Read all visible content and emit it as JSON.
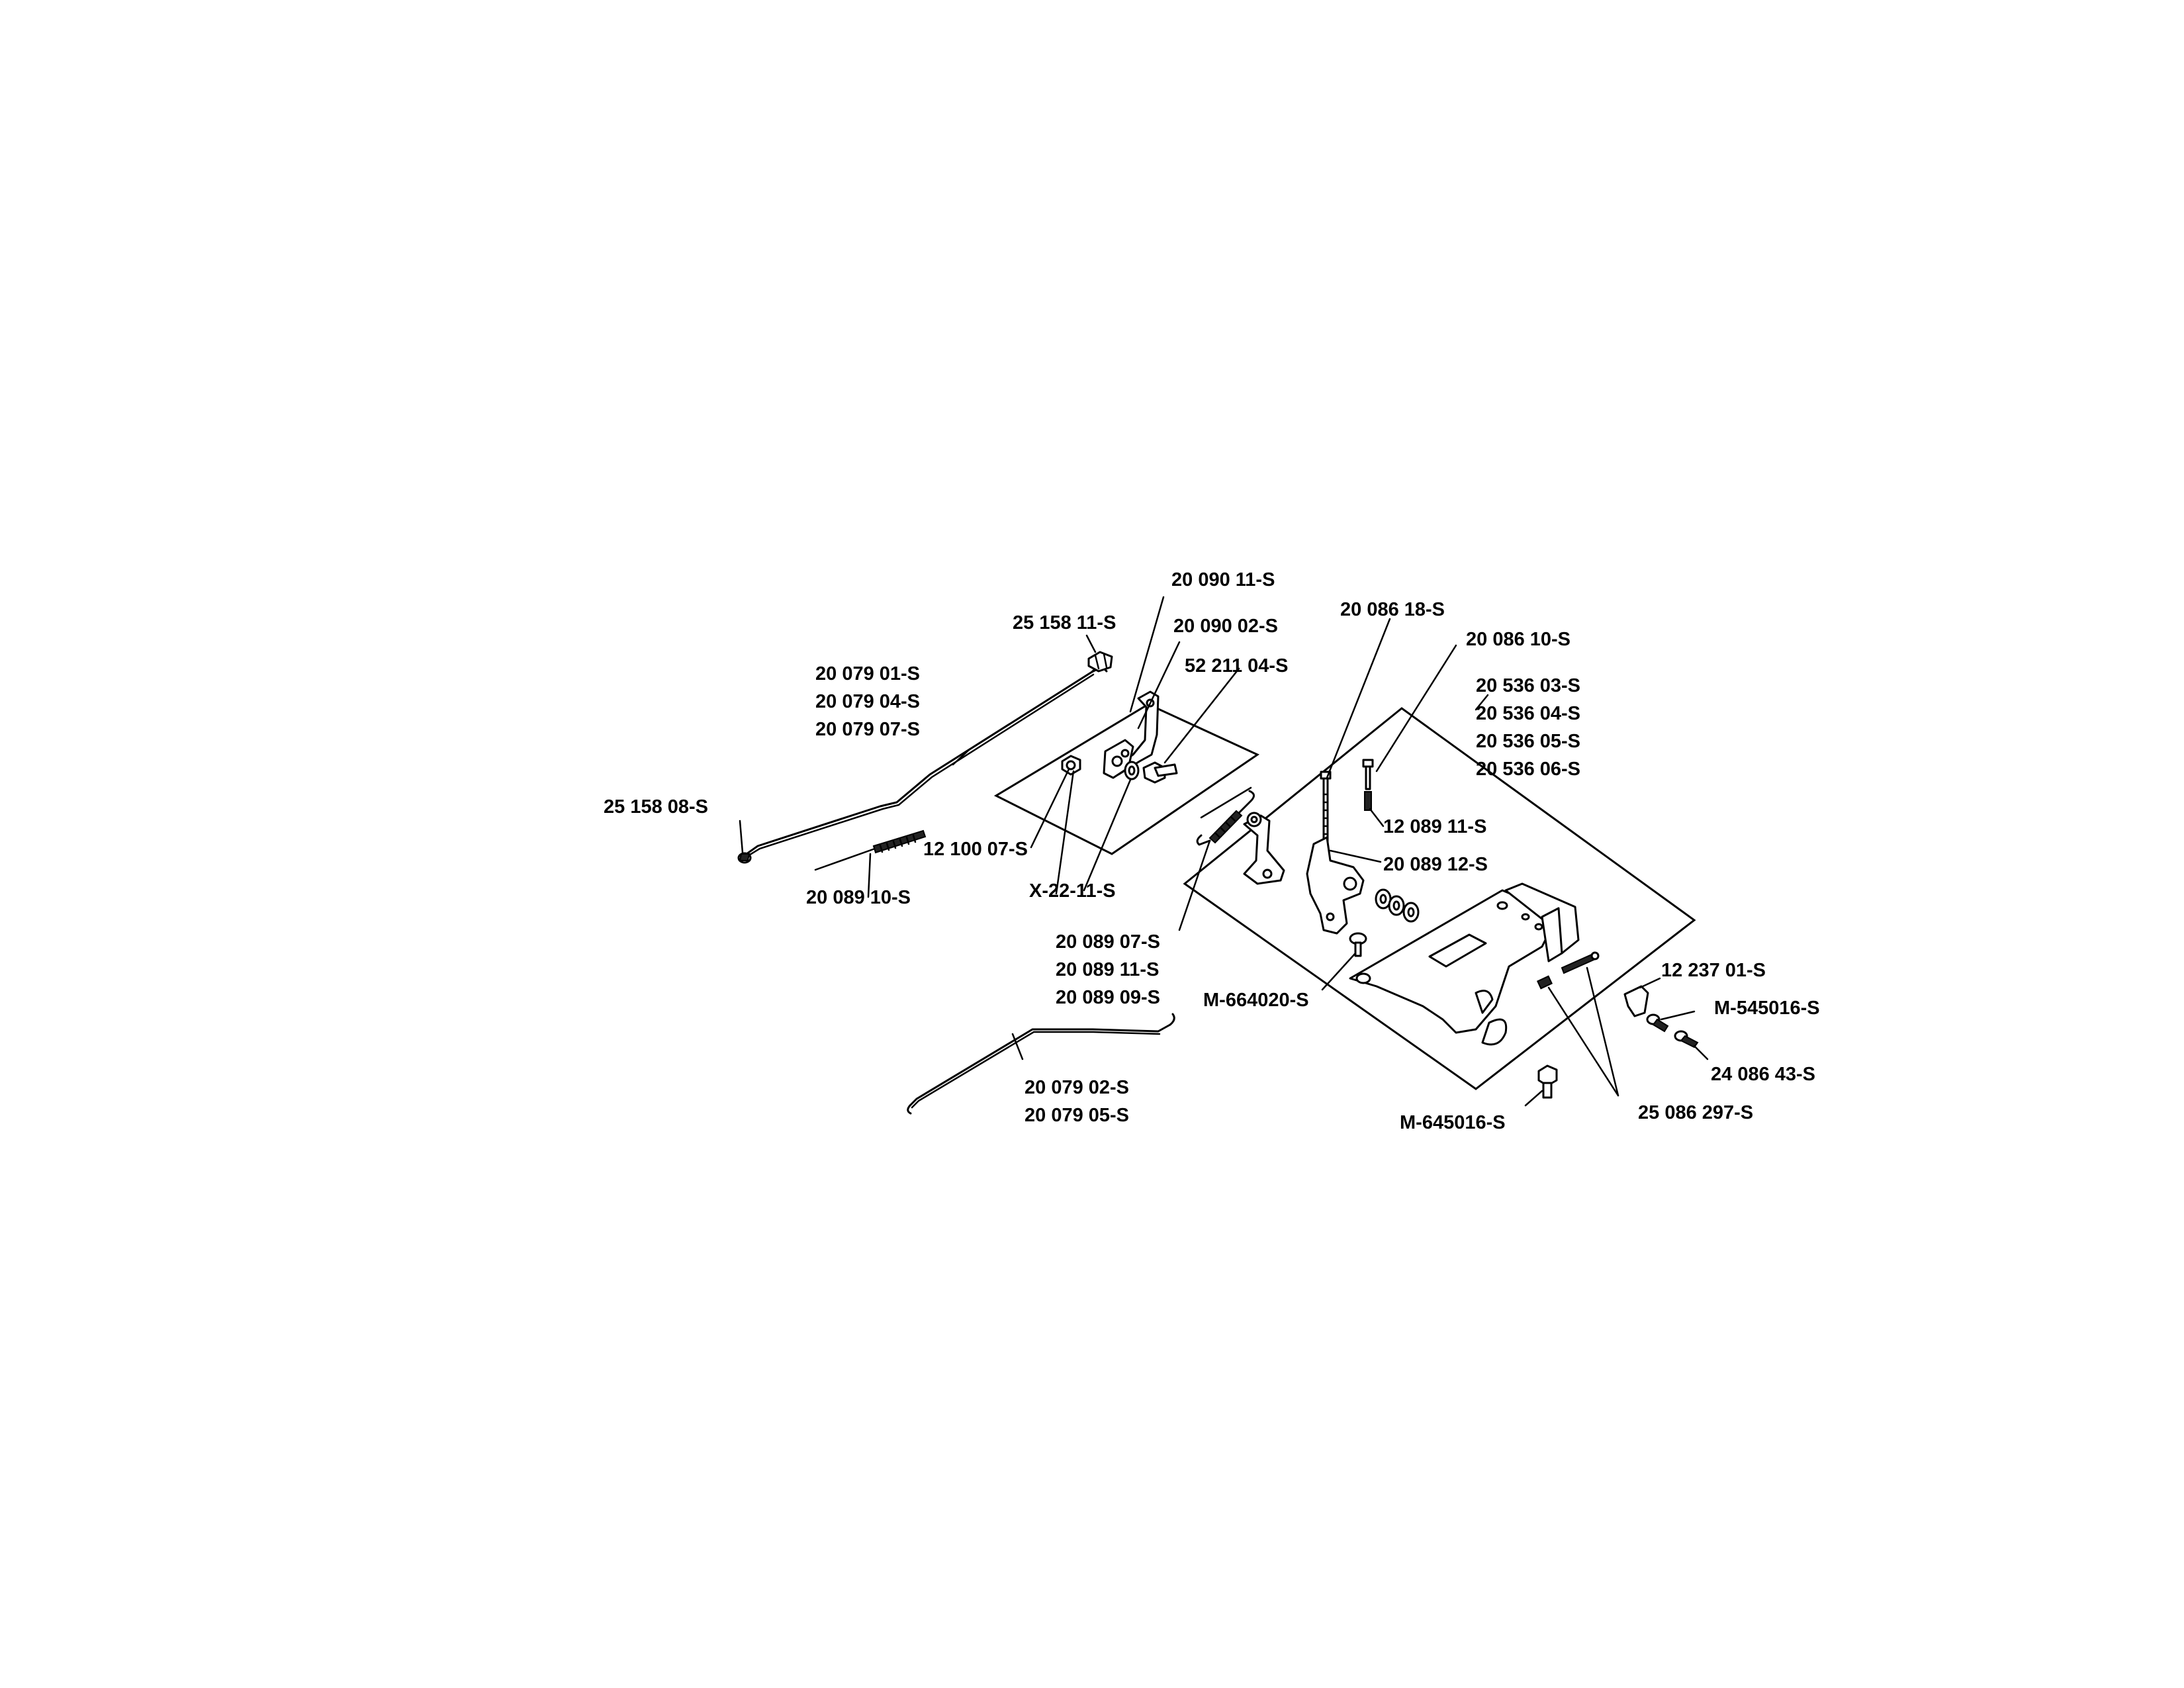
{
  "labels": {
    "l_2009011": "20 090 11-S",
    "l_2515811": "25 158 11-S",
    "l_2009002": "20 090 02-S",
    "l_5221104": "52 211 04-S",
    "l_2007901": "20 079 01-S",
    "l_2007904": "20 079 04-S",
    "l_2007907": "20 079 07-S",
    "l_2515808": "25 158 08-S",
    "l_1210007": "12 100 07-S",
    "l_2008910": "20 089 10-S",
    "l_x2211": "X-22-11-S",
    "l_2008618": "20 086 18-S",
    "l_2008610": "20 086 10-S",
    "l_2053603": "20 536 03-S",
    "l_2053604": "20 536 04-S",
    "l_2053605": "20 536 05-S",
    "l_2053606": "20 536 06-S",
    "l_1208911": "12 089 11-S",
    "l_2008912": "20 089 12-S",
    "l_2008907": "20 089 07-S",
    "l_2008911": "20 089 11-S",
    "l_2008909": "20 089 09-S",
    "l_m664020": "M-664020-S",
    "l_1223701": "12 237 01-S",
    "l_m545016": "M-545016-S",
    "l_2408643": "24 086 43-S",
    "l_2507902": "20 079 02-S",
    "l_2507905": "20 079 05-S",
    "l_m645016": "M-645016-S",
    "l_25086297": "25 086 297-S"
  }
}
